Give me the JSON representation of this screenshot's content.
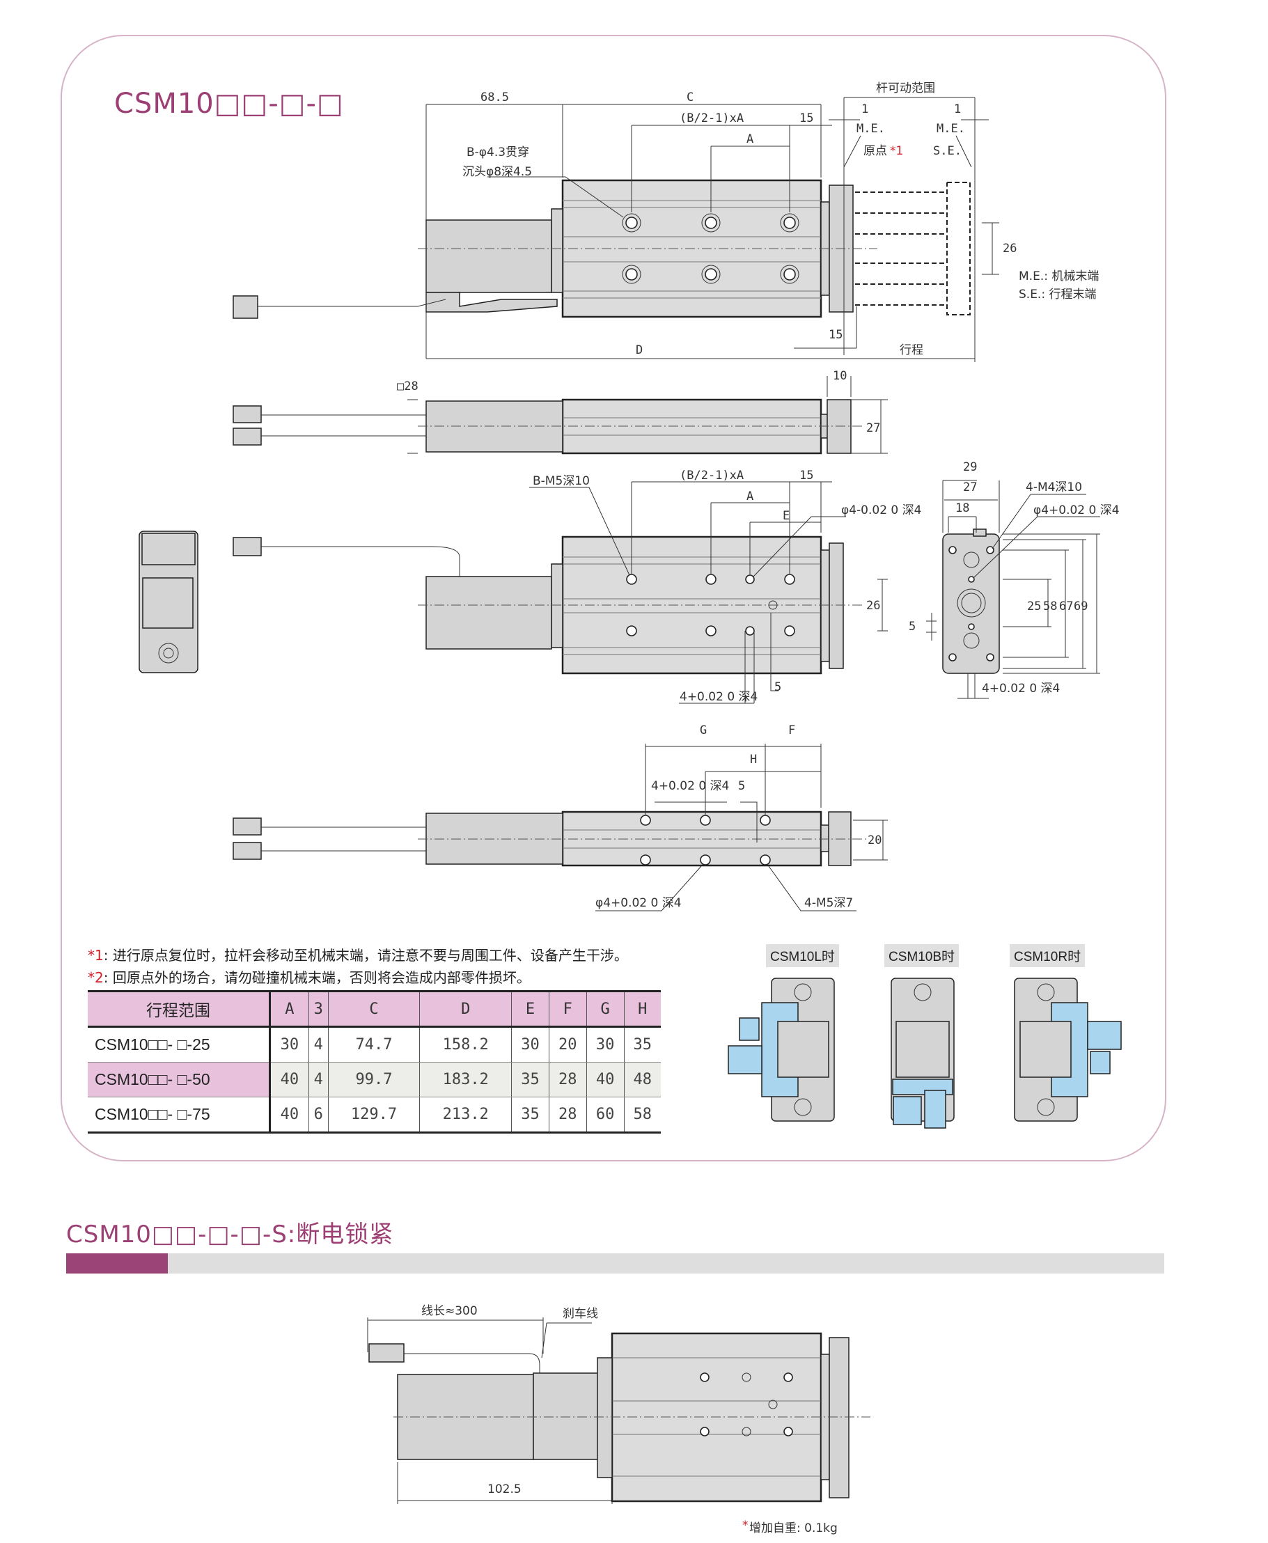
{
  "section1": {
    "title": "CSM10□□-□-□",
    "top_view": {
      "dim_68_5": "68.5",
      "dim_c": "C",
      "dim_b2a": "(B/2-1)xA",
      "dim_15": "15",
      "dim_a": "A",
      "rod_range": "杆可动范围",
      "dim_1a": "1",
      "dim_1b": "1",
      "me1": "M.E.",
      "me2": "M.E.",
      "origin": "原点",
      "origin_mark": "*1",
      "se": "S.E.",
      "hole_note1": "B-φ4.3贯穿",
      "hole_note2": "沉头φ8深4.5",
      "dim_26": "26",
      "dim_d": "D",
      "dim_15b": "15",
      "stroke": "行程",
      "legend_me": "M.E.: 机械末端",
      "legend_se": "S.E.: 行程末端"
    },
    "side_view": {
      "dim_28": "□28",
      "dim_10": "10",
      "dim_27": "27"
    },
    "bottom_view": {
      "hole_note": "B-M5深10",
      "dim_b2a": "(B/2-1)xA",
      "dim_15": "15",
      "dim_a": "A",
      "dim_e": "E",
      "pin_note": "φ4-0.02 0 深4",
      "dim_26": "26",
      "slot_note": "4+0.02 0 深4",
      "dim_5": "5"
    },
    "end_view": {
      "dim_29": "29",
      "dim_27": "27",
      "dim_18": "18",
      "tap_note": "4-M4深10",
      "pin_note": "φ4+0.02 0 深4",
      "dim_25": "25",
      "dim_58": "58",
      "dim_67": "67",
      "dim_69": "69",
      "dim_5": "5",
      "slot_note": "4+0.02 0 深4"
    },
    "under_view": {
      "dim_g": "G",
      "dim_f": "F",
      "dim_h": "H",
      "slot_note": "4+0.02 0 深4",
      "dim_5": "5",
      "dim_20": "20",
      "pin_note": "φ4+0.02 0 深4",
      "tap_note": "4-M5深7"
    },
    "notes": [
      {
        "mark": "*1",
        "text": ": 进行原点复位时，拉杆会移动至机械末端，请注意不要与周围工件、设备产生干涉。"
      },
      {
        "mark": "*2",
        "text": ": 回原点外的场合，请勿碰撞机械末端，否则将会造成内部零件损坏。"
      }
    ],
    "table": {
      "headers": [
        "行程范围",
        "A",
        "3",
        "C",
        "D",
        "E",
        "F",
        "G",
        "H"
      ],
      "rows": [
        [
          "CSM10□□- □-25",
          "30",
          "4",
          "74.7",
          "158.2",
          "30",
          "20",
          "30",
          "35"
        ],
        [
          "CSM10□□- □-50",
          "40",
          "4",
          "99.7",
          "183.2",
          "35",
          "28",
          "40",
          "48"
        ],
        [
          "CSM10□□- □-75",
          "40",
          "6",
          "129.7",
          "213.2",
          "35",
          "28",
          "60",
          "58"
        ]
      ]
    },
    "connector_views": [
      {
        "label": "CSM10L时"
      },
      {
        "label": "CSM10B时"
      },
      {
        "label": "CSM10R时"
      }
    ]
  },
  "section2": {
    "title": "CSM10□□-□-□-S:断电锁紧",
    "cable_length": "线长≈300",
    "brake_wire": "刹车线",
    "dim_102_5": "102.5",
    "weight_mark": "*",
    "weight_note": "增加自重: 0.1kg"
  },
  "colors": {
    "accent": "#9b4478",
    "table_header": "#e8c2dd",
    "connector_blue": "#a9d6ee"
  }
}
